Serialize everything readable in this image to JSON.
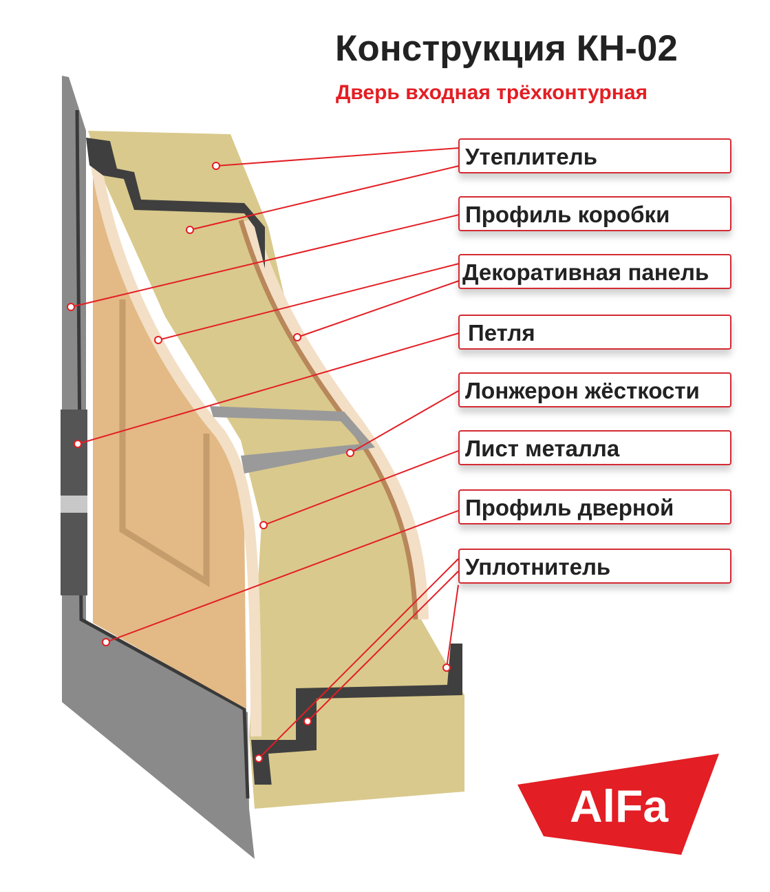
{
  "title": "Конструкция КН-02",
  "subtitle": "Дверь входная трёхконтурная",
  "labels": [
    "Утеплитель",
    "Профиль коробки",
    "Декоративная панель",
    "Петля",
    "Лонжерон жёсткости",
    "Лист металла",
    "Профиль дверной",
    "Уплотнитель"
  ],
  "logo": "AlFa",
  "colors": {
    "accent": "#e31e24",
    "insulation": "#d9c98c",
    "panel": "#e3b985",
    "metal": "#8a8a8a"
  }
}
